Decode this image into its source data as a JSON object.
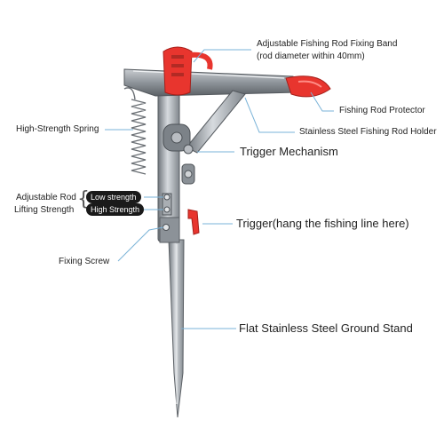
{
  "labels": {
    "band_line1": "Adjustable Fishing Rod Fixing Band",
    "band_line2": "(rod diameter within 40mm)",
    "protector": "Fishing Rod Protector",
    "holder": "Stainless Steel Fishing Rod Holder",
    "spring": "High-Strength Spring",
    "trigger_mechanism": "Trigger Mechanism",
    "lifting_line1": "Adjustable Rod",
    "lifting_line2": "Lifting Strength",
    "low_strength": "Low strength",
    "high_strength": "High Strength",
    "trigger": "Trigger(hang the fishing line here)",
    "fixing_screw": "Fixing Screw",
    "ground_stand": "Flat Stainless Steel Ground Stand"
  },
  "colors": {
    "accent_red": "#e8352e",
    "steel": "#9aa0a6",
    "leader_line": "#7ab3d8",
    "pill_bg": "#1a1a1a"
  }
}
